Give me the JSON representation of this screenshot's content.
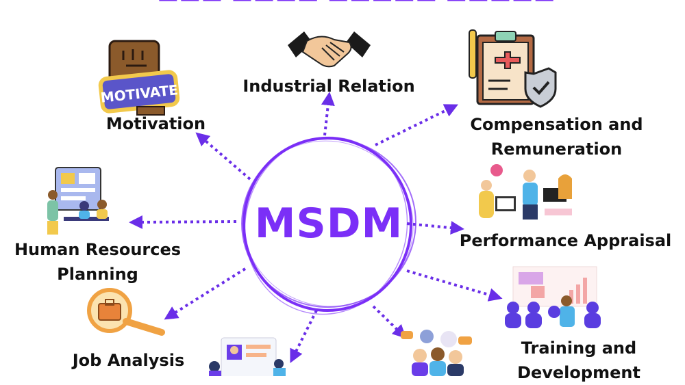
{
  "colors": {
    "accent": "#7b2ff7",
    "text": "#111111",
    "icon_purple": "#6a3de8",
    "icon_orange": "#f0a243",
    "icon_brown": "#8b5a2b"
  },
  "center": {
    "label": "MSDM"
  },
  "nodes": {
    "industrial_relation": "Industrial Relation",
    "motivation": "Motivation",
    "compensation_line1": "Compensation and",
    "compensation_line2": "Remuneration",
    "hr_planning_line1": "Human Resources",
    "hr_planning_line2": "Planning",
    "performance_appraisal": "Performance Appraisal",
    "training_line1": "Training and",
    "training_line2": "Development",
    "job_analysis": "Job Analysis"
  },
  "icons": {
    "motivation": {
      "name": "raised-fist-icon",
      "badge_text": "MOTIVATE"
    },
    "industrial_relation": {
      "name": "handshake-icon"
    },
    "compensation": {
      "name": "clipboard-shield-icon"
    },
    "hr_planning": {
      "name": "team-planning-board-icon"
    },
    "performance_appraisal": {
      "name": "team-presentation-icon"
    },
    "training": {
      "name": "audience-presentation-icon"
    },
    "job_analysis": {
      "name": "magnifier-briefcase-icon"
    },
    "recruitment": {
      "name": "profile-documents-icon"
    },
    "employees": {
      "name": "group-people-icon"
    }
  }
}
